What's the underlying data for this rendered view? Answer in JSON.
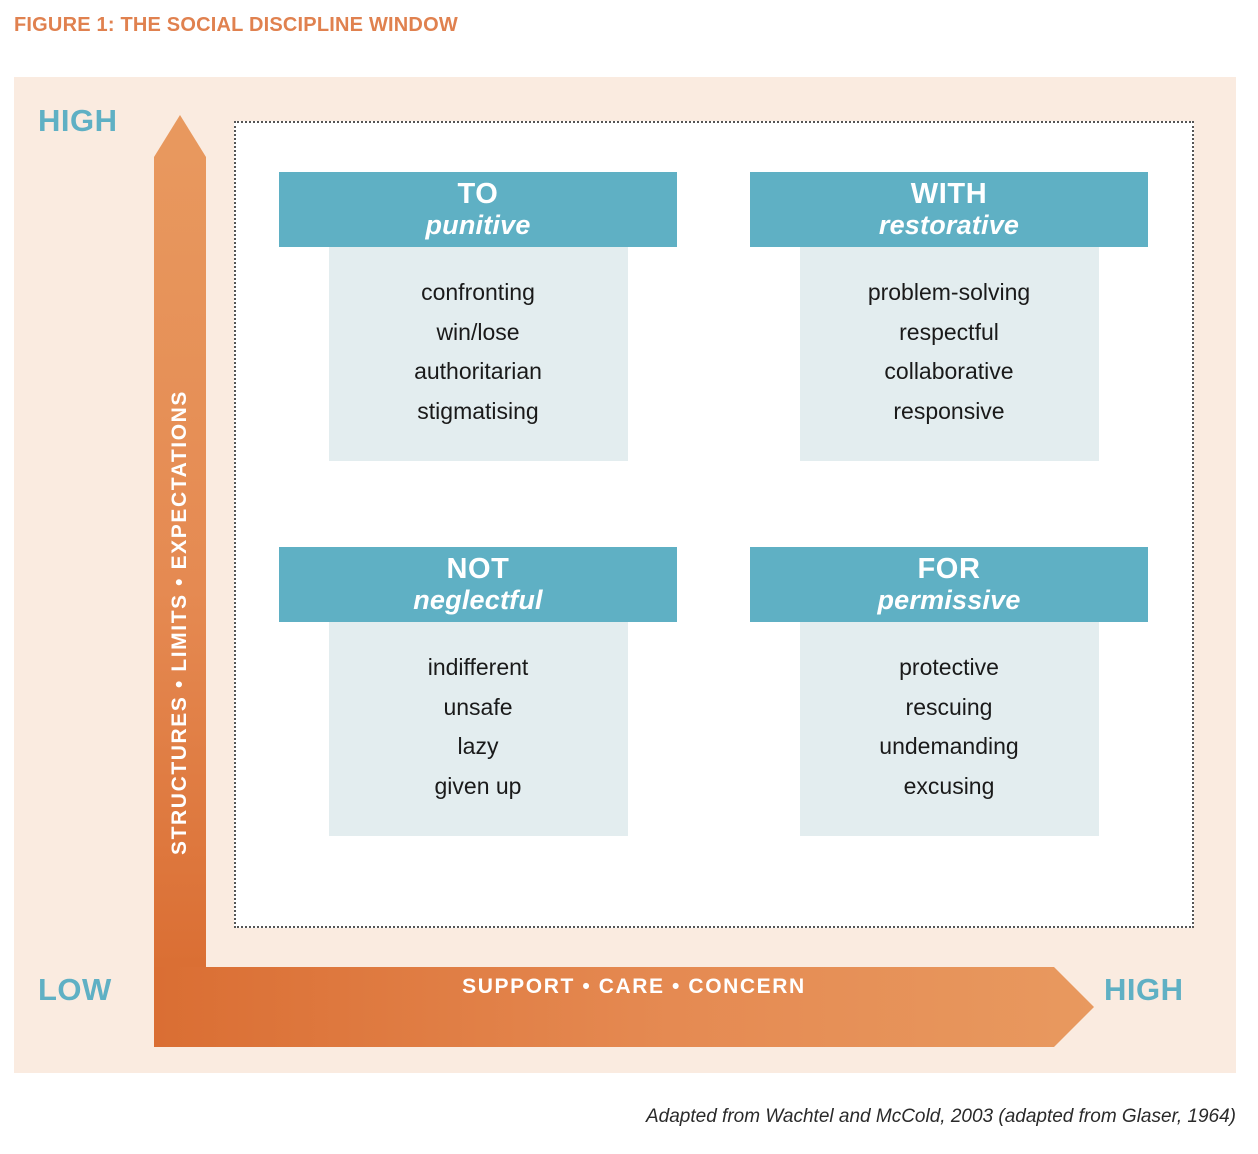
{
  "figure": {
    "title": "FIGURE 1: THE SOCIAL DISCIPLINE WINDOW",
    "title_color": "#E0814F",
    "panel_bg": "#FAEBE0",
    "accent_teal": "#5FB0C4",
    "accent_orange": "#E0814F",
    "body_panel_bg": "#E3EDEF"
  },
  "axes": {
    "y": {
      "label": "STRUCTURES • LIMITS • EXPECTATIONS",
      "top_cap": "HIGH",
      "bottom_cap": "LOW"
    },
    "x": {
      "label": "SUPPORT • CARE • CONCERN",
      "left_cap": "LOW",
      "right_cap": "HIGH"
    }
  },
  "quadrants": [
    {
      "key": "to",
      "title": "TO",
      "subtitle": "punitive",
      "items": [
        "confronting",
        "win/lose",
        "authoritarian",
        "stigmatising"
      ]
    },
    {
      "key": "with",
      "title": "WITH",
      "subtitle": "restorative",
      "items": [
        "problem-solving",
        "respectful",
        "collaborative",
        "responsive"
      ]
    },
    {
      "key": "not",
      "title": "NOT",
      "subtitle": "neglectful",
      "items": [
        "indifferent",
        "unsafe",
        "lazy",
        "given up"
      ]
    },
    {
      "key": "for",
      "title": "FOR",
      "subtitle": "permissive",
      "items": [
        "protective",
        "rescuing",
        "undemanding",
        "excusing"
      ]
    }
  ],
  "footer": {
    "attribution": "Adapted from Wachtel and McCold, 2003 (adapted from Glaser, 1964)"
  }
}
